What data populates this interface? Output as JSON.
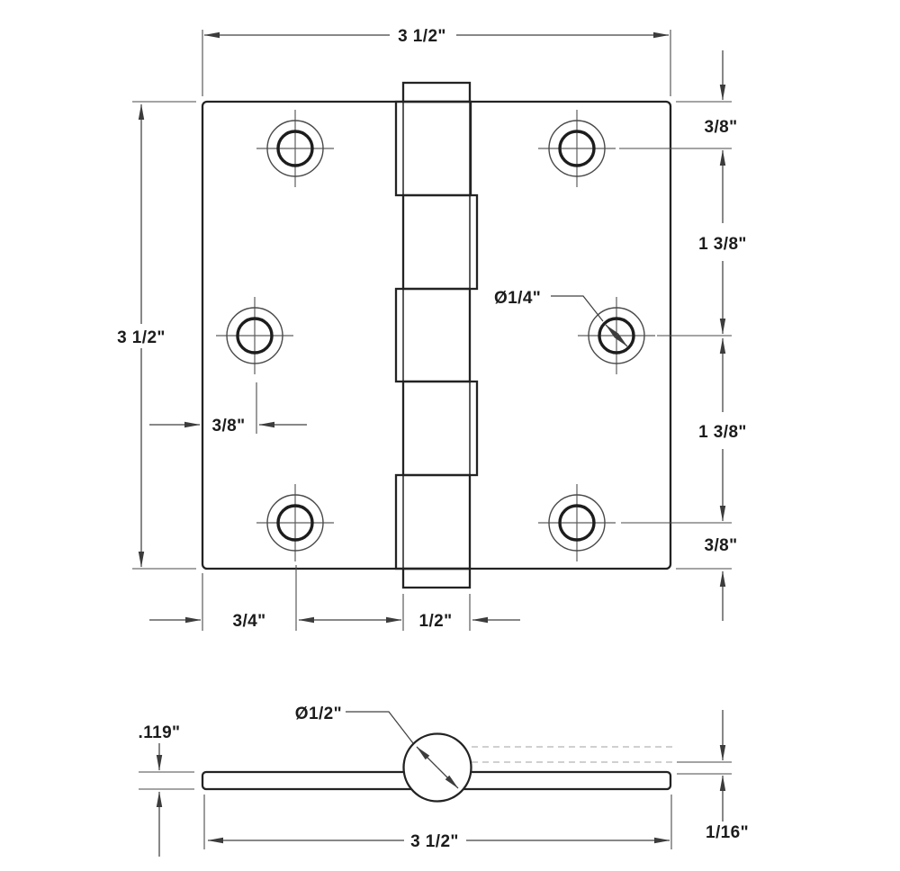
{
  "drawing": {
    "type": "technical-dimension-drawing",
    "subject": "square-corner door hinge, face view and edge profile view",
    "colors": {
      "background": "#ffffff",
      "outline": "#232323",
      "dimension_lines": "#414141",
      "text": "#1c1c1c",
      "hidden_lines": "#b5b5b5"
    },
    "top_view": {
      "width_label": "3 1/2\"",
      "height_label": "3 1/2\"",
      "edge_to_top_hole_label": "3/8\"",
      "hole_spacing_upper_label": "1 3/8\"",
      "hole_spacing_lower_label": "1 3/8\"",
      "edge_to_bottom_hole_label": "3/8\"",
      "hole_diameter_label": "Ø1/4\"",
      "edge_to_middle_hole_label": "3/8\"",
      "edge_to_centerline_label": "3/4\"",
      "barrel_width_label": "1/2\"",
      "screw_hole_count": 6,
      "knuckle_count": 5
    },
    "side_view": {
      "leaf_thickness_label": ".119\"",
      "barrel_diameter_label": "Ø1/2\"",
      "length_label": "3 1/2\"",
      "leaf_gap_label": "1/16\""
    }
  }
}
